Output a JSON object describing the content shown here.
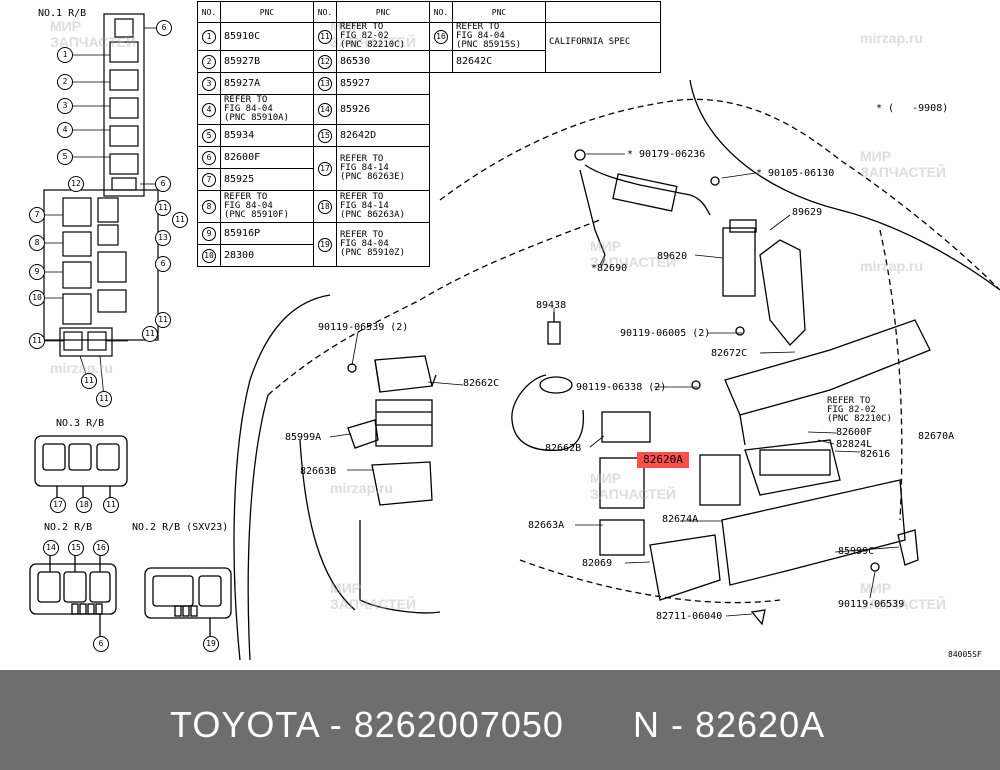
{
  "watermark": {
    "site": "mirzap.ru",
    "line1": "МИР",
    "line2": "ЗАПЧАСТЕЙ"
  },
  "relay_blocks": {
    "no1": "NO.1 R/B",
    "no3": "NO.3 R/B",
    "no2": "NO.2 R/B",
    "no2_sxv23": "NO.2 R/B (SXV23)"
  },
  "pnc_table": {
    "header_no": "NO.",
    "header_pnc": "PNC",
    "col1": [
      {
        "no": "1",
        "pnc": "85910C"
      },
      {
        "no": "2",
        "pnc": "85927B"
      },
      {
        "no": "3",
        "pnc": "85927A"
      },
      {
        "no": "4",
        "pnc": "REFER TO\nFIG 84-04\n(PNC 85910A)"
      },
      {
        "no": "5",
        "pnc": "85934"
      },
      {
        "no": "6",
        "pnc": "82600F"
      },
      {
        "no": "7",
        "pnc": "85925"
      },
      {
        "no": "8",
        "pnc": "REFER TO\nFIG 84-04\n(PNC 85910F)"
      },
      {
        "no": "9",
        "pnc": "85916P"
      },
      {
        "no": "10",
        "pnc": "28300"
      }
    ],
    "col2": [
      {
        "no": "11",
        "pnc": "REFER TO\nFIG 82-02\n(PNC 82210C)"
      },
      {
        "no": "12",
        "pnc": "86530"
      },
      {
        "no": "13",
        "pnc": "85927"
      },
      {
        "no": "14",
        "pnc": "85926"
      },
      {
        "no": "15",
        "pnc": "82642D"
      },
      {
        "no": "17",
        "pnc": "REFER TO\nFIG 84-14\n(PNC 86263E)"
      },
      {
        "no": "18",
        "pnc": "REFER TO\nFIG 84-14\n(PNC 86263A)"
      },
      {
        "no": "19",
        "pnc": "REFER TO\nFIG 84-04\n(PNC 85910Z)"
      }
    ],
    "col3": [
      {
        "no": "16",
        "pnc": "REFER TO\nFIG 84-04\n(PNC 85915S)"
      },
      {
        "no": "",
        "pnc": "82642C"
      }
    ],
    "california": "CALIFORNIA SPEC"
  },
  "note_star": "* (   -9908)",
  "part_labels": {
    "p90179": "* 90179-06236",
    "p90105": "* 90105-06130",
    "p89629": "89629",
    "p89620": "89620",
    "p82690": "*82690",
    "p89438": "89438",
    "p90119_6539": "90119-06539 (2)",
    "p90119_6005": "90119-06005 (2)",
    "p82672C": "82672C",
    "p82662C": "82662C",
    "p90119_6338": "90119-06338 (2)",
    "p85999A": "85999A",
    "p82662B": "82662B",
    "p82663B": "82663B",
    "p82620A": "82620A",
    "refer": "REFER TO\nFIG 82-02\n(PNC 82210C)",
    "p82600F": "82600F",
    "p82824L": "82824L",
    "p82670A": "82670A",
    "p82616": "82616",
    "p82674A": "82674A",
    "p82663A": "82663A",
    "p82069": "82069",
    "p85999C": "85999C",
    "p90119_6539b": "90119-06539",
    "p82711": "82711-06040",
    "figcode": "84005SF"
  },
  "footer": {
    "brand_line": "TOYOTA - 8262007050",
    "number_line": "N - 82620A"
  }
}
